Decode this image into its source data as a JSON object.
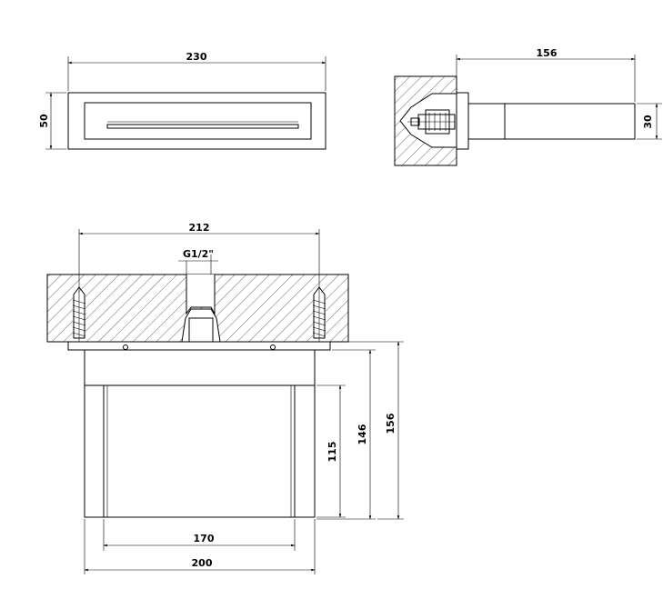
{
  "top_view": {
    "width_label": "230",
    "height_label": "50"
  },
  "side_view": {
    "length_label": "156",
    "height_label": "30"
  },
  "front_view": {
    "centers_label": "212",
    "thread_label": "G1/2\"",
    "inner_height_label": "115",
    "mid_height_label": "146",
    "total_height_label": "156",
    "inner_width_label": "170",
    "outer_width_label": "200"
  },
  "colors": {
    "line": "#000000",
    "background": "#ffffff"
  }
}
